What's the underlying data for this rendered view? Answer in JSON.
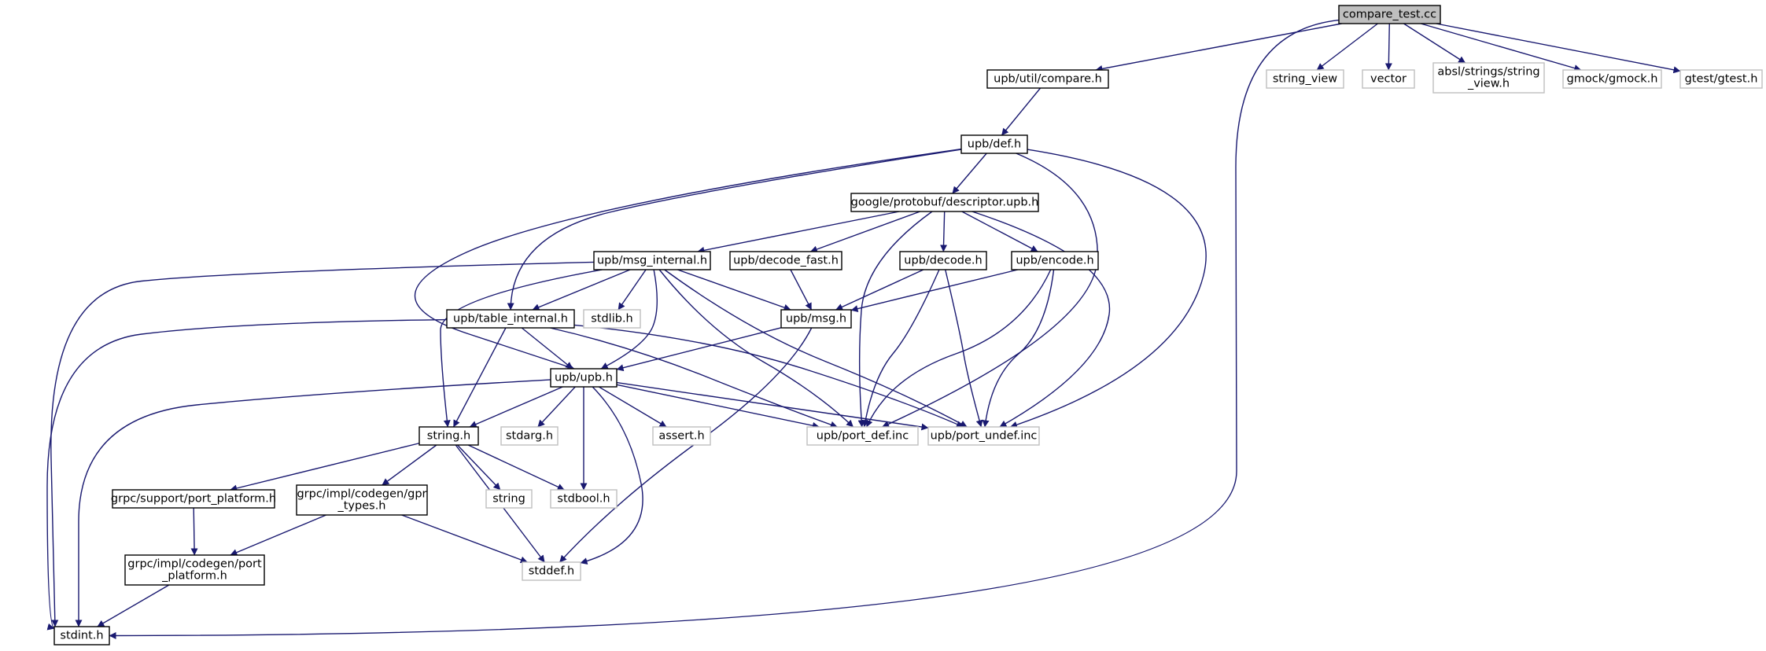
{
  "colors": {
    "edge": "#191970",
    "root_fill": "#bfbfbf",
    "local_border": "#000000",
    "system_border": "#bfbfbf",
    "system_text": "#7f7f7f"
  },
  "nodes": [
    {
      "id": "compare_test",
      "lines": [
        "compare_test.cc"
      ],
      "kind": "root"
    },
    {
      "id": "util_compare",
      "lines": [
        "upb/util/compare.h"
      ],
      "kind": "local"
    },
    {
      "id": "string_view",
      "lines": [
        "string_view"
      ],
      "kind": "system"
    },
    {
      "id": "vector",
      "lines": [
        "vector"
      ],
      "kind": "system"
    },
    {
      "id": "absl_string_view",
      "lines": [
        "absl/strings/string",
        "_view.h"
      ],
      "kind": "system"
    },
    {
      "id": "gmock",
      "lines": [
        "gmock/gmock.h"
      ],
      "kind": "system"
    },
    {
      "id": "gtest",
      "lines": [
        "gtest/gtest.h"
      ],
      "kind": "system"
    },
    {
      "id": "def",
      "lines": [
        "upb/def.h"
      ],
      "kind": "local"
    },
    {
      "id": "descriptor",
      "lines": [
        "google/protobuf/descriptor.upb.h"
      ],
      "kind": "local"
    },
    {
      "id": "msg_internal",
      "lines": [
        "upb/msg_internal.h"
      ],
      "kind": "local"
    },
    {
      "id": "decode_fast",
      "lines": [
        "upb/decode_fast.h"
      ],
      "kind": "local"
    },
    {
      "id": "decode",
      "lines": [
        "upb/decode.h"
      ],
      "kind": "local"
    },
    {
      "id": "encode",
      "lines": [
        "upb/encode.h"
      ],
      "kind": "local"
    },
    {
      "id": "stdlib",
      "lines": [
        "stdlib.h"
      ],
      "kind": "system"
    },
    {
      "id": "table_internal",
      "lines": [
        "upb/table_internal.h"
      ],
      "kind": "local"
    },
    {
      "id": "msg",
      "lines": [
        "upb/msg.h"
      ],
      "kind": "local"
    },
    {
      "id": "upb",
      "lines": [
        "upb/upb.h"
      ],
      "kind": "local"
    },
    {
      "id": "string_h",
      "lines": [
        "string.h"
      ],
      "kind": "local"
    },
    {
      "id": "stdarg",
      "lines": [
        "stdarg.h"
      ],
      "kind": "system"
    },
    {
      "id": "assert",
      "lines": [
        "assert.h"
      ],
      "kind": "system"
    },
    {
      "id": "port_def",
      "lines": [
        "upb/port_def.inc"
      ],
      "kind": "system"
    },
    {
      "id": "port_undef",
      "lines": [
        "upb/port_undef.inc"
      ],
      "kind": "system"
    },
    {
      "id": "port_platform_sup",
      "lines": [
        "grpc/support/port_platform.h"
      ],
      "kind": "local"
    },
    {
      "id": "gpr_types",
      "lines": [
        "grpc/impl/codegen/gpr",
        "_types.h"
      ],
      "kind": "local"
    },
    {
      "id": "string",
      "lines": [
        "string"
      ],
      "kind": "system"
    },
    {
      "id": "stdbool",
      "lines": [
        "stdbool.h"
      ],
      "kind": "system"
    },
    {
      "id": "port_platform_cg",
      "lines": [
        "grpc/impl/codegen/port",
        "_platform.h"
      ],
      "kind": "local"
    },
    {
      "id": "stddef",
      "lines": [
        "stddef.h"
      ],
      "kind": "system"
    },
    {
      "id": "stdint",
      "lines": [
        "stdint.h"
      ],
      "kind": "local"
    }
  ],
  "edges": [
    [
      "compare_test",
      "util_compare"
    ],
    [
      "compare_test",
      "stdint"
    ],
    [
      "compare_test",
      "string_view"
    ],
    [
      "compare_test",
      "vector"
    ],
    [
      "compare_test",
      "absl_string_view"
    ],
    [
      "compare_test",
      "gmock"
    ],
    [
      "compare_test",
      "gtest"
    ],
    [
      "util_compare",
      "def"
    ],
    [
      "def",
      "descriptor"
    ],
    [
      "def",
      "table_internal"
    ],
    [
      "def",
      "upb"
    ],
    [
      "def",
      "port_def"
    ],
    [
      "def",
      "port_undef"
    ],
    [
      "descriptor",
      "msg_internal"
    ],
    [
      "descriptor",
      "decode_fast"
    ],
    [
      "descriptor",
      "decode"
    ],
    [
      "descriptor",
      "encode"
    ],
    [
      "descriptor",
      "port_def"
    ],
    [
      "descriptor",
      "port_undef"
    ],
    [
      "msg_internal",
      "table_internal"
    ],
    [
      "msg_internal",
      "stdlib"
    ],
    [
      "msg_internal",
      "msg"
    ],
    [
      "msg_internal",
      "upb"
    ],
    [
      "msg_internal",
      "string_h"
    ],
    [
      "msg_internal",
      "port_def"
    ],
    [
      "msg_internal",
      "port_undef"
    ],
    [
      "msg_internal",
      "stdint"
    ],
    [
      "decode_fast",
      "msg"
    ],
    [
      "decode",
      "msg"
    ],
    [
      "decode",
      "port_def"
    ],
    [
      "decode",
      "port_undef"
    ],
    [
      "encode",
      "msg"
    ],
    [
      "encode",
      "port_def"
    ],
    [
      "encode",
      "port_undef"
    ],
    [
      "table_internal",
      "upb"
    ],
    [
      "table_internal",
      "string_h"
    ],
    [
      "table_internal",
      "port_def"
    ],
    [
      "table_internal",
      "port_undef"
    ],
    [
      "table_internal",
      "stdint"
    ],
    [
      "msg",
      "upb"
    ],
    [
      "msg",
      "stddef"
    ],
    [
      "upb",
      "string_h"
    ],
    [
      "upb",
      "stdarg"
    ],
    [
      "upb",
      "assert"
    ],
    [
      "upb",
      "stdbool"
    ],
    [
      "upb",
      "stddef"
    ],
    [
      "upb",
      "port_def"
    ],
    [
      "upb",
      "port_undef"
    ],
    [
      "upb",
      "stdint"
    ],
    [
      "string_h",
      "port_platform_sup"
    ],
    [
      "string_h",
      "gpr_types"
    ],
    [
      "string_h",
      "string"
    ],
    [
      "string_h",
      "stdbool"
    ],
    [
      "string_h",
      "stddef"
    ],
    [
      "port_platform_sup",
      "port_platform_cg"
    ],
    [
      "gpr_types",
      "port_platform_cg"
    ],
    [
      "gpr_types",
      "stddef"
    ],
    [
      "port_platform_cg",
      "stdint"
    ]
  ]
}
